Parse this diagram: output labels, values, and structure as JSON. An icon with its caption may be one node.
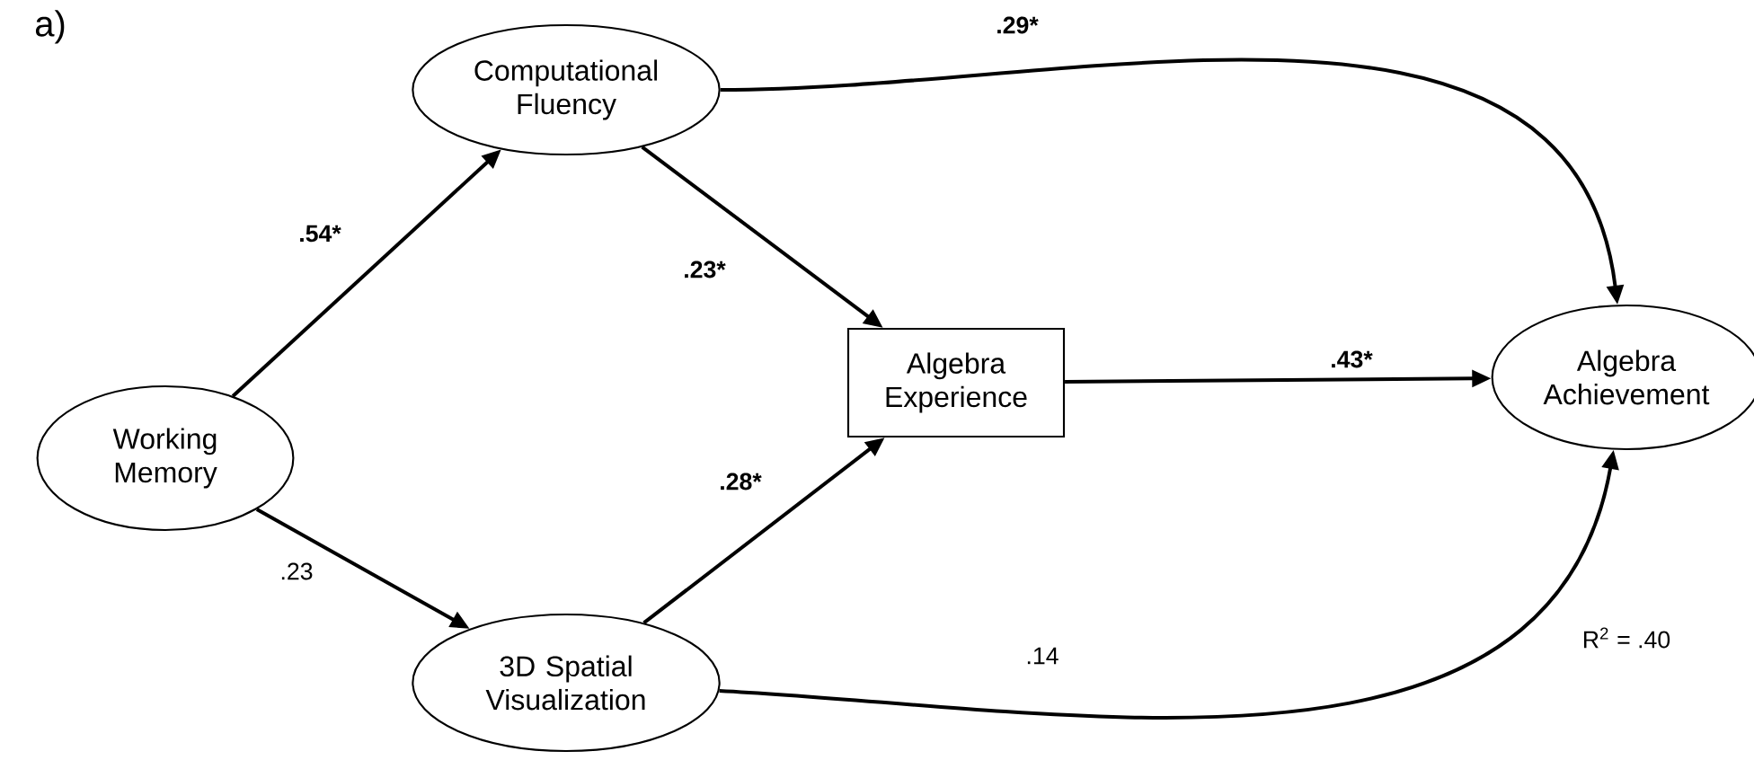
{
  "diagram": {
    "nodes": [
      {
        "text": [
          "Working Memory"
        ]
      },
      {
        "text": [
          "Computational Fluency"
        ]
      },
      {
        "text": [
          "3D Spatial Visualization"
        ]
      },
      {
        "text": [
          "Algebra Experience"
        ]
      },
      {
        "text": [
          "Algebra Achievement"
        ]
      }
    ],
    "edges": [
      {
        "from": 0,
        "to": 1,
        "arrow": "to",
        "label": ".54*"
      },
      {
        "from": 0,
        "to": 2,
        "arrow": "to",
        "label": ".23"
      },
      {
        "from": 1,
        "to": 3,
        "arrow": "to",
        "label": ".23*"
      },
      {
        "from": 2,
        "to": 3,
        "arrow": "to",
        "label": ".28*"
      },
      {
        "from": 3,
        "to": 4,
        "arrow": "to",
        "label": ".43*"
      },
      {
        "from": 1,
        "to": 4,
        "arrow": "to",
        "label": ".29*"
      },
      {
        "from": 2,
        "to": 4,
        "arrow": "to",
        "label": ".14"
      }
    ],
    "labels": [
      "a)",
      "R$^{2}$ = .40"
    ]
  }
}
